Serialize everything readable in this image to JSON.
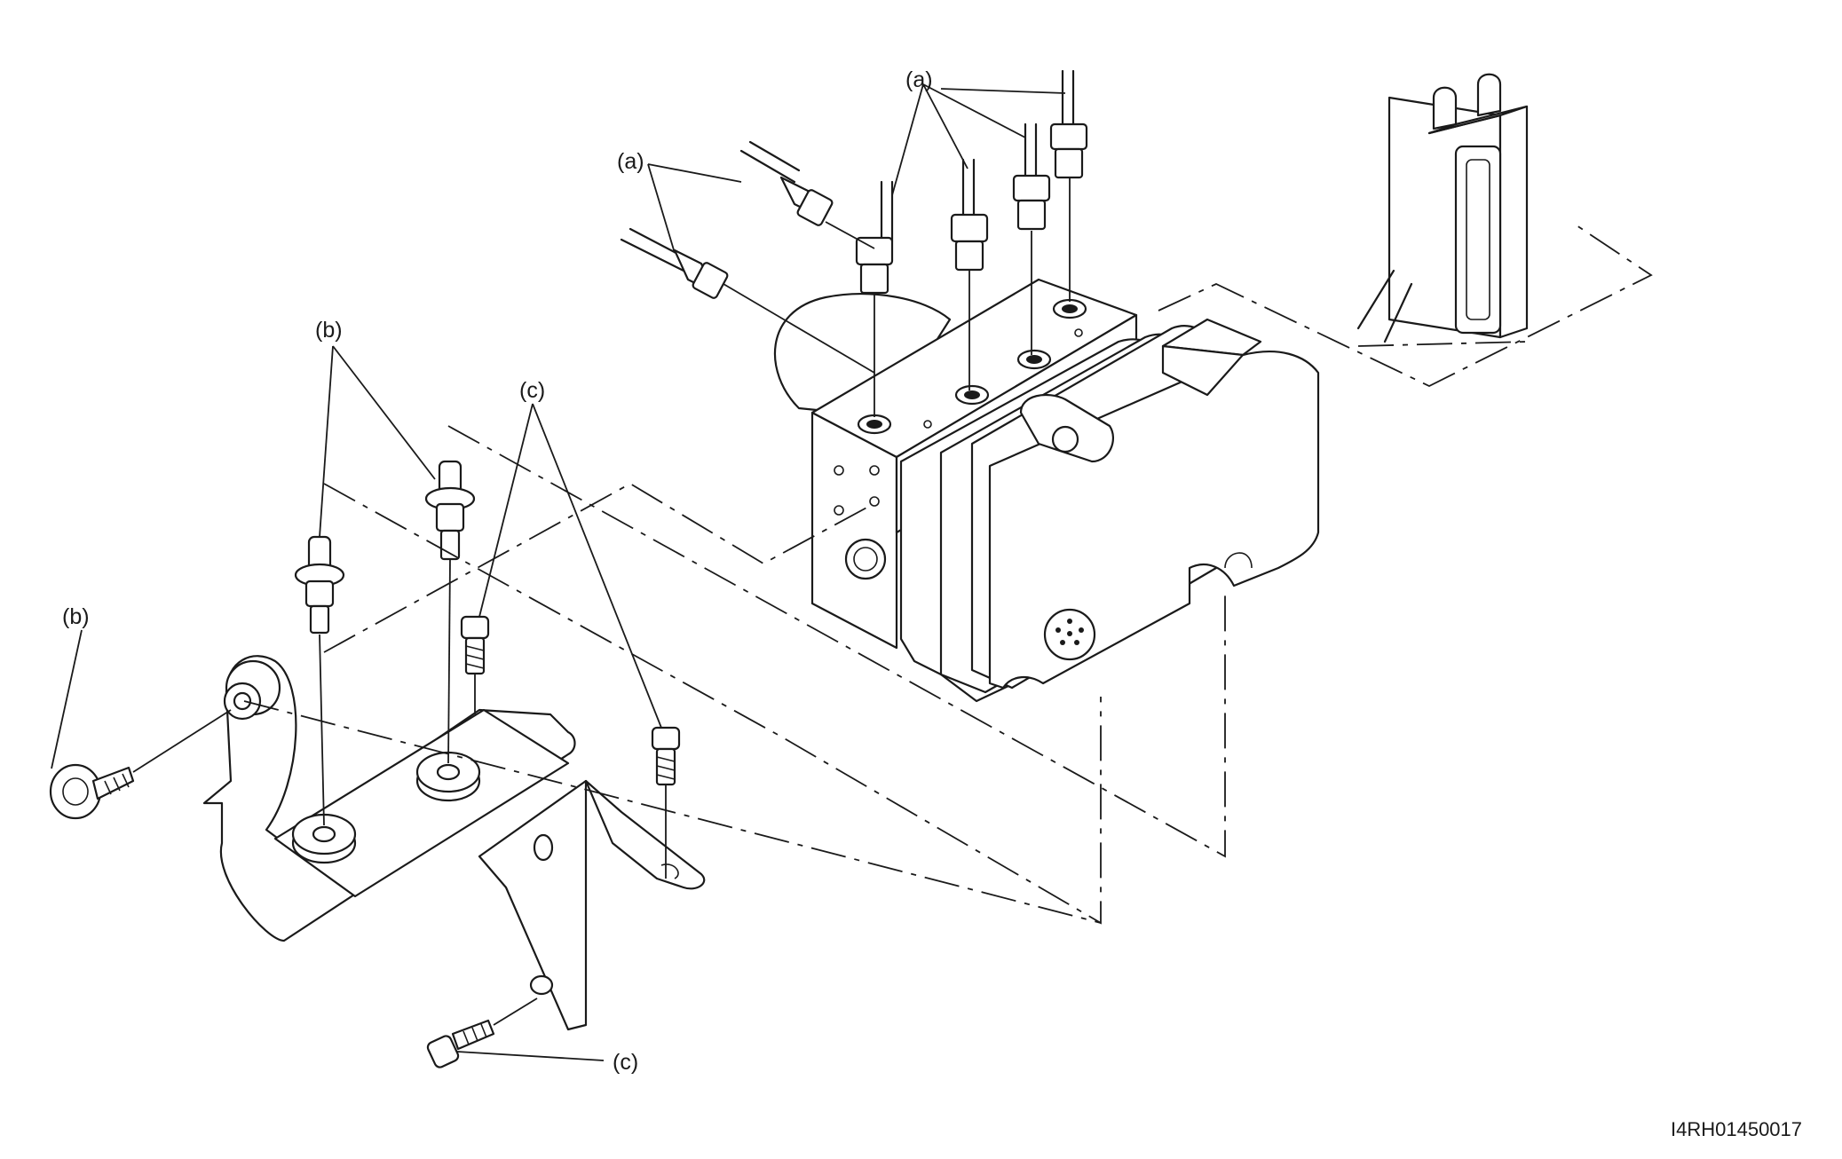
{
  "diagram": {
    "callouts": {
      "a": "(a)",
      "b": "(b)",
      "c": "(c)"
    },
    "figure_id": "I4RH01450017"
  }
}
